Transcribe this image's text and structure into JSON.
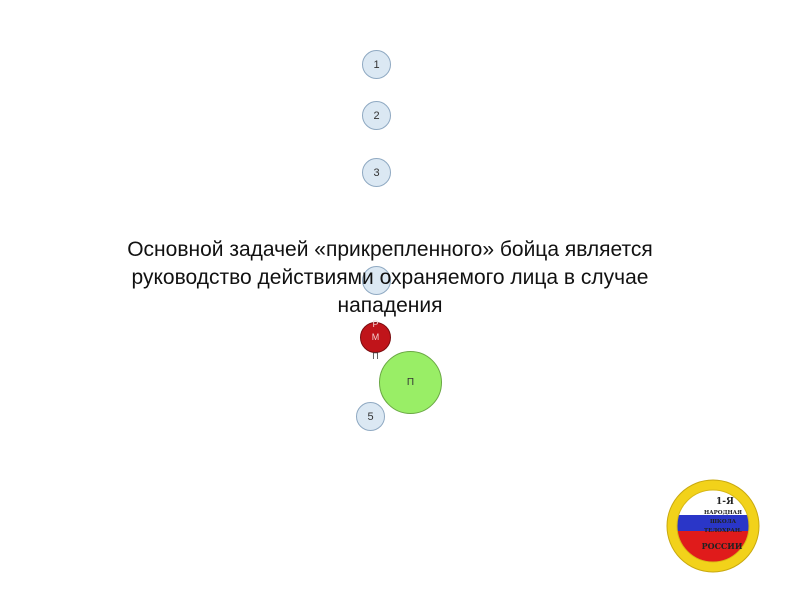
{
  "formation": {
    "guards": [
      {
        "label": "1"
      },
      {
        "label": "2"
      },
      {
        "label": "3"
      },
      {
        "label": ""
      },
      {
        "label": "5"
      }
    ],
    "attached": {
      "top": "Р",
      "mid": "М",
      "bottom": "П"
    },
    "protected": {
      "label": "П"
    }
  },
  "caption": {
    "line1": "Основной задачей «прикрепленного» бойца является",
    "line2": "руководство действиями охраняемого лица в случае",
    "line3": "нападения"
  },
  "emblem": {
    "lines": [
      "1-Я",
      "НАРОДНАЯ",
      "ШКОЛА",
      "ТЕЛОХРАН.",
      "РОССИИ"
    ]
  },
  "colors": {
    "guard_fill": "#dbe8f3",
    "attached_fill": "#c0141a",
    "protected_fill": "#99ee66",
    "emblem_ring": "#f2d21a"
  }
}
